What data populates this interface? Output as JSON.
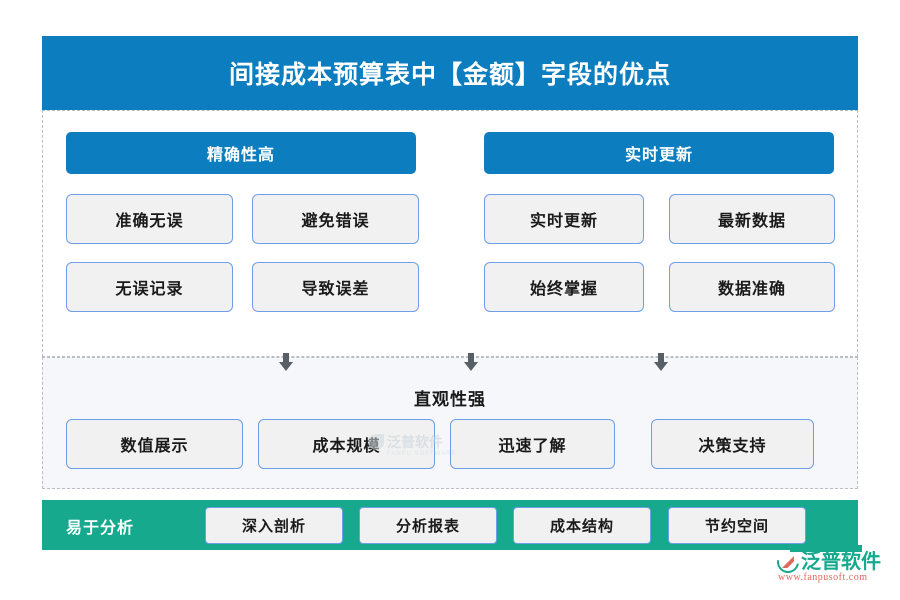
{
  "title": "间接成本预算表中【金额】字段的优点",
  "colors": {
    "blue": "#0c7dbf",
    "green": "#16a98e",
    "box_fill": "#f1f1f1",
    "box_border": "#6f9ee8",
    "dashed_border": "#b9bdc4",
    "section_fill": "#f5f7fa",
    "text": "#1a1a1a",
    "logo_red": "#e06a5e"
  },
  "top_section": {
    "categories": [
      {
        "header": "精确性高",
        "items": [
          "准确无误",
          "避免错误",
          "无误记录",
          "导致误差"
        ]
      },
      {
        "header": "实时更新",
        "items": [
          "实时更新",
          "最新数据",
          "始终掌握",
          "数据准确"
        ]
      }
    ]
  },
  "arrows": {
    "glyph": "down-arrow",
    "count": 3
  },
  "bottom_section": {
    "label": "直观性强",
    "items": [
      "数值展示",
      "成本规模",
      "迅速了解",
      "决策支持"
    ]
  },
  "green_bar": {
    "label": "易于分析",
    "items": [
      "深入剖析",
      "分析报表",
      "成本结构",
      "节约空间"
    ]
  },
  "watermark": {
    "cn": "泛普软件",
    "en": "FANPU SOFTWARE"
  },
  "brand": {
    "cn": "泛普软件",
    "url": "www.fanpusoft.com"
  }
}
